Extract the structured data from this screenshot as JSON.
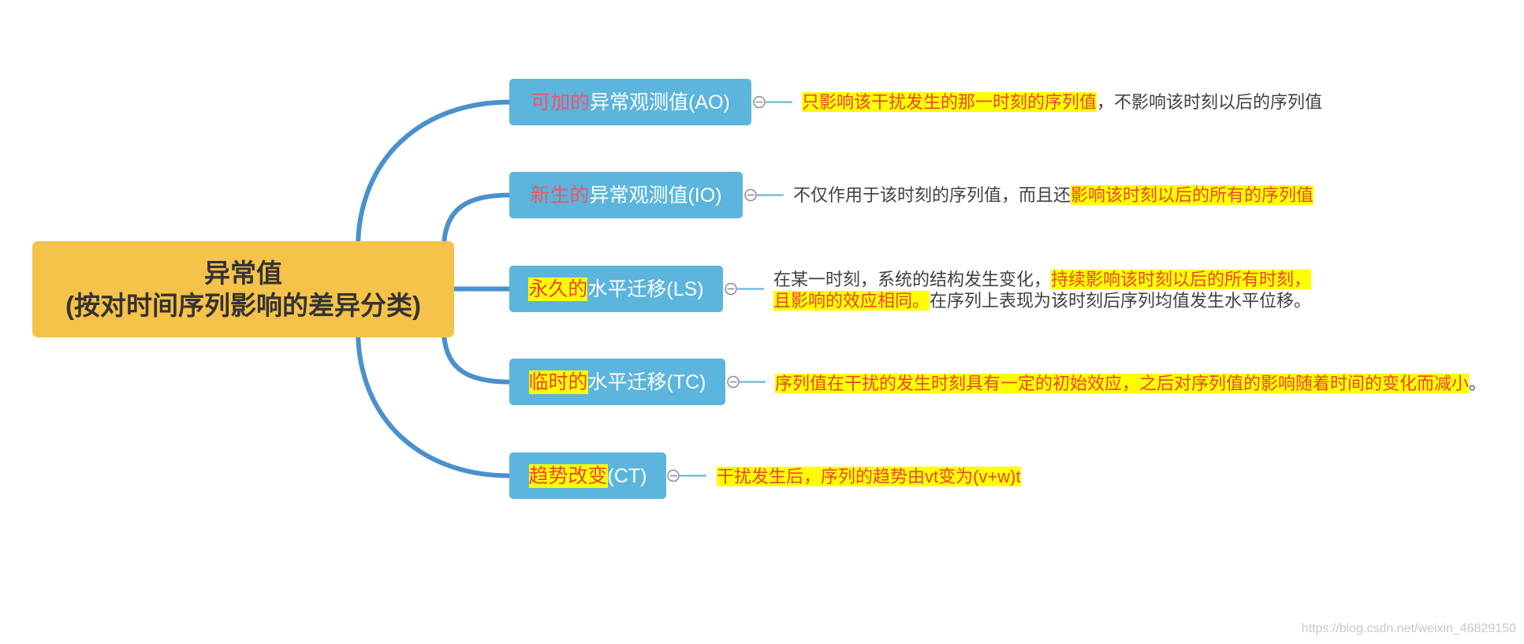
{
  "root": {
    "title": "异常值",
    "subtitle": "(按对时间序列影响的差异分类)"
  },
  "branches": [
    {
      "prefix": "可加的",
      "label": "异常观测值(AO)",
      "note": [
        "只影响该干扰发生的那一时刻的序列值",
        "，不影响该时刻以后的序列值"
      ]
    },
    {
      "prefix": "新生的",
      "label": "异常观测值(IO)",
      "note": [
        "不仅作用于该时刻的序列值，而且还",
        "影响该时刻以后的所有的序列值"
      ]
    },
    {
      "prefix": "永久的",
      "label": "水平迁移(LS)",
      "note": [
        "在某一时刻，系统的结构发生变化，",
        "持续影响该时刻以后的所有时刻，",
        "且影响的效应相同。",
        "在序列上表现为该时刻后序列均值发生水平位移。"
      ]
    },
    {
      "prefix": "临时的",
      "label": "水平迁移(TC)",
      "note": [
        "序列值在干扰的发生时刻具有一定的初始效应，之后对序列值的影响随着时间的变化而减小",
        "。"
      ]
    },
    {
      "prefix": "趋势改变",
      "label": "(CT)",
      "note": [
        "干扰发生后，序列的趋势由vt变为(v+w)t"
      ]
    }
  ],
  "watermark": "https://blog.csdn.net/weixin_46829150",
  "icons": {
    "collapse_toggle": "collapse-minus-icon"
  },
  "colors": {
    "root_fill": "#F5C24A",
    "topic_fill": "#5BB5DC",
    "connector": "#4A90CE",
    "highlight": "#FFFF00",
    "emphasis_text": "#EC4436",
    "prefix_text": "#F2526D",
    "body_text": "#404040"
  }
}
